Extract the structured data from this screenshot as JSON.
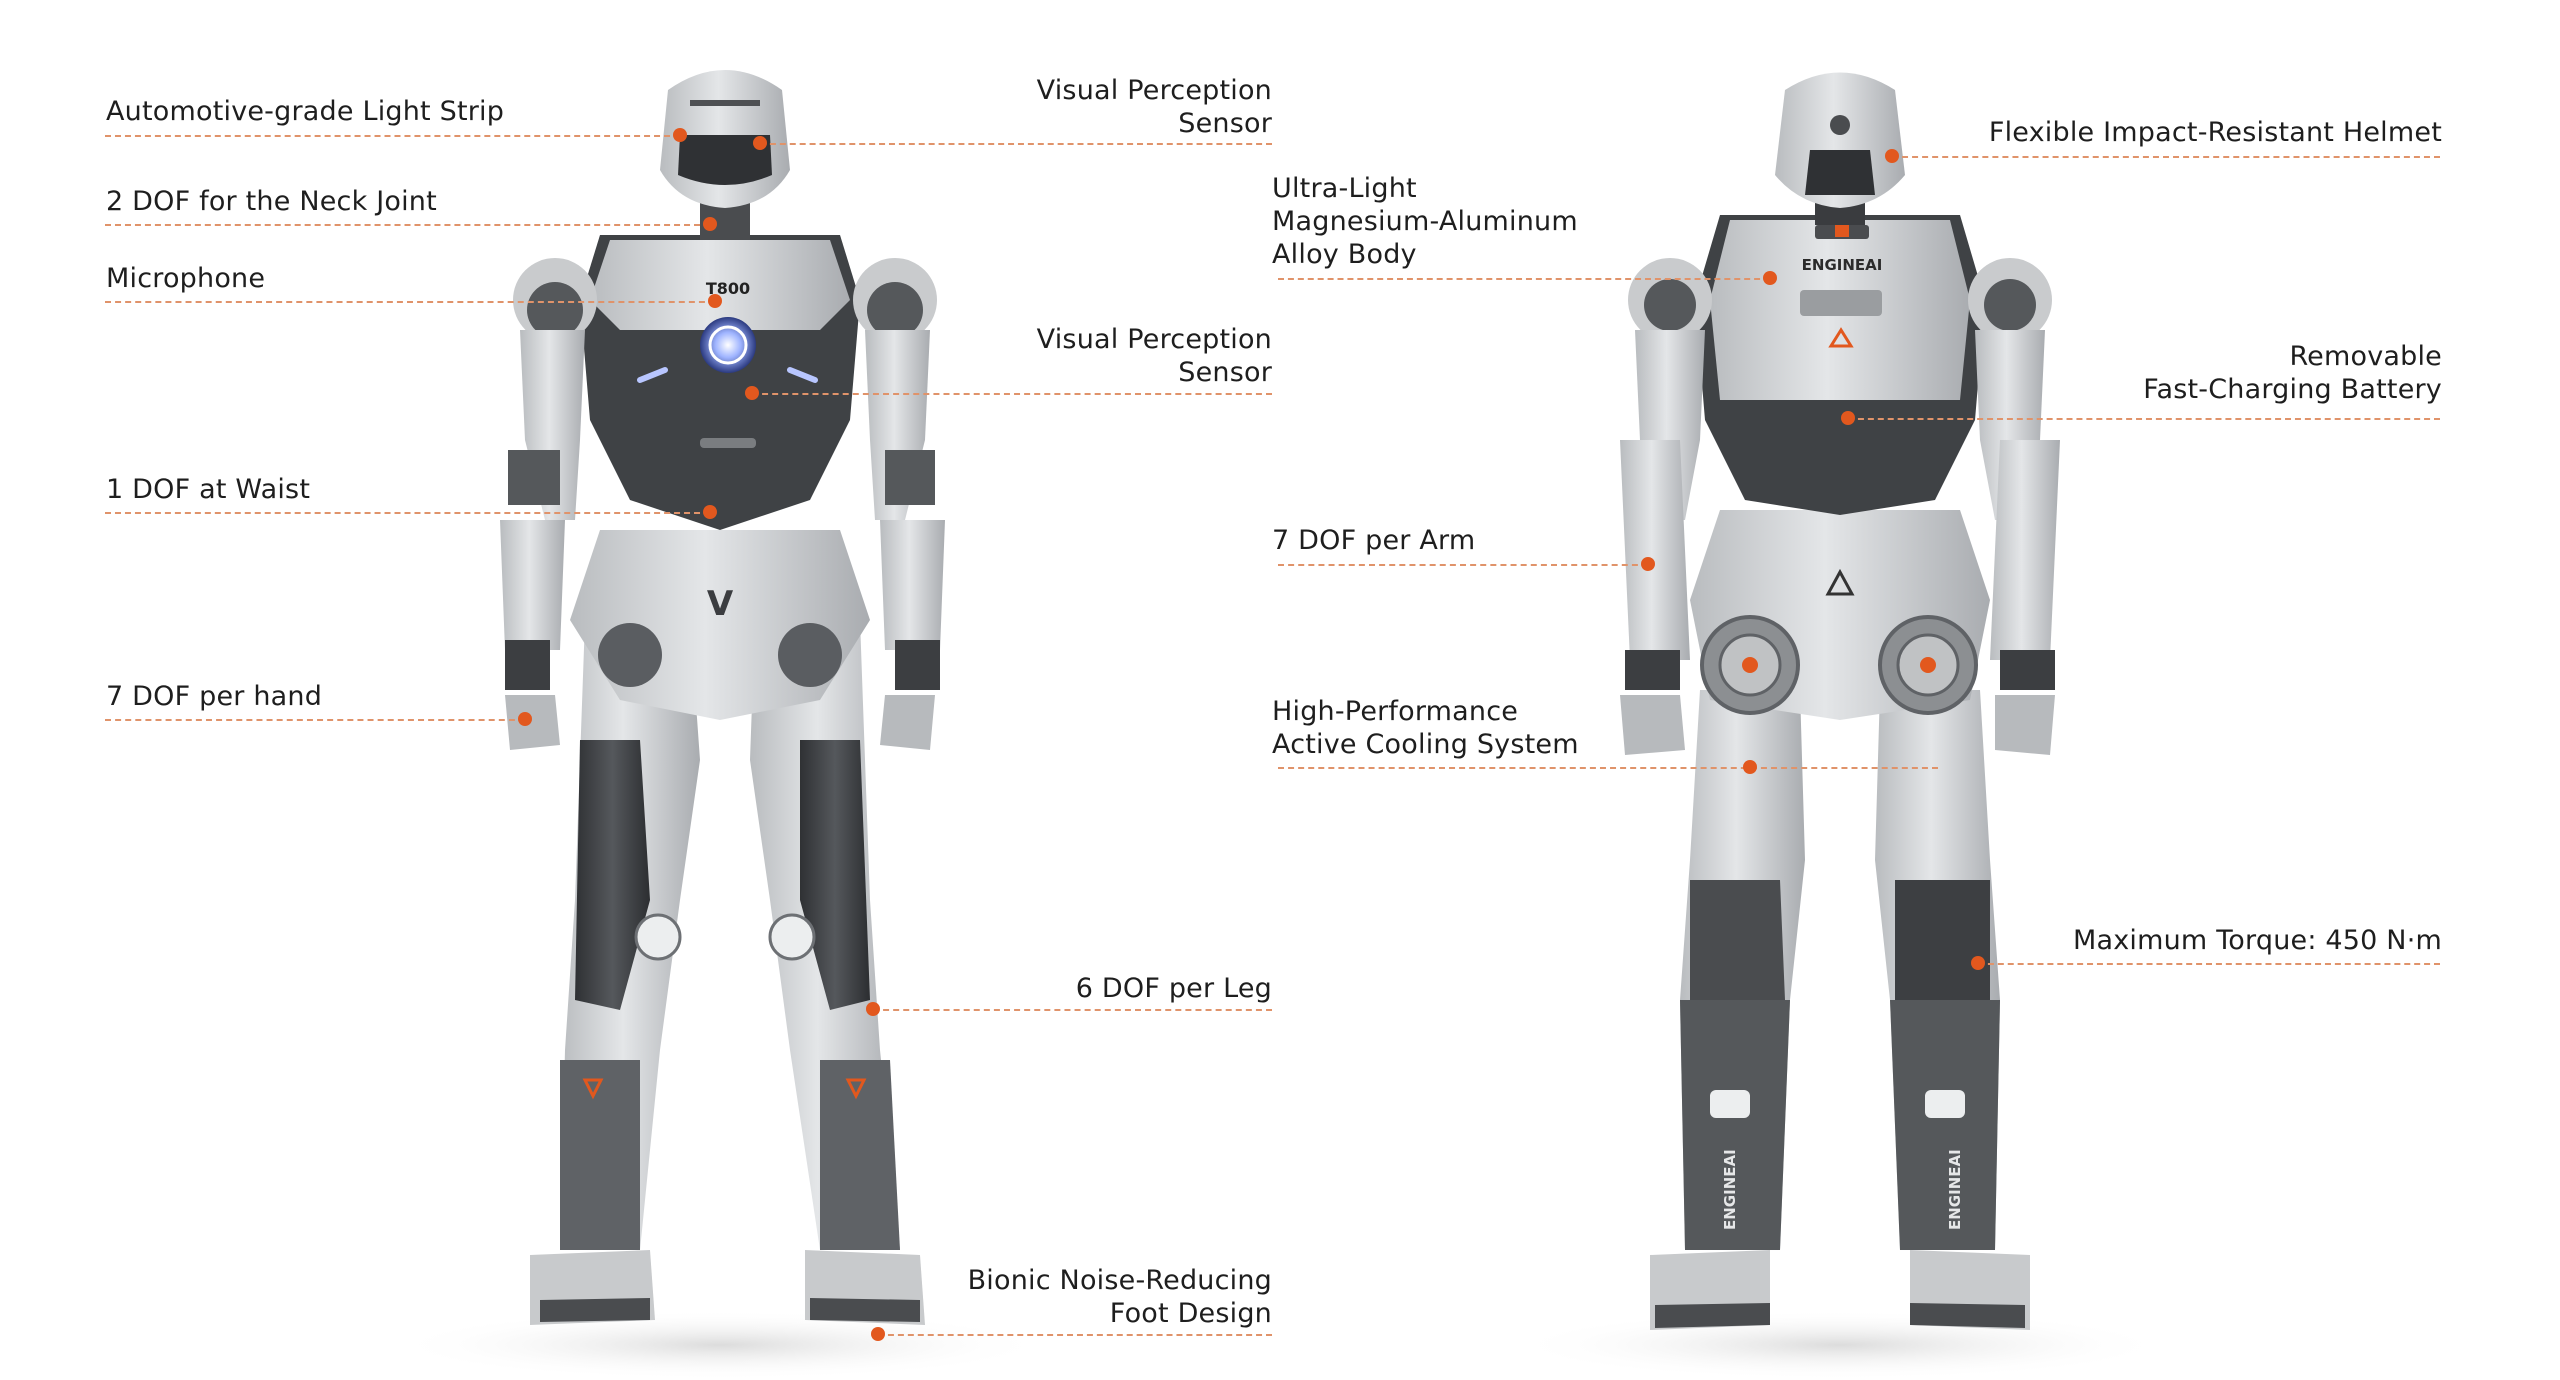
{
  "colors": {
    "accent_orange": "#e2581e",
    "leader_line": "#e0936a",
    "robot_light": "#d4d6d8",
    "robot_mid": "#8c8f92",
    "robot_dark": "#3b3d40",
    "chest_glow": "#6f8cff"
  },
  "front_view": {
    "chest_brand": "T800",
    "hip_mark": "V",
    "callouts": [
      {
        "lines": [
          "Automotive-grade Light Strip"
        ]
      },
      {
        "lines": [
          "2 DOF for the Neck Joint"
        ]
      },
      {
        "lines": [
          "Microphone"
        ]
      },
      {
        "lines": [
          "1 DOF at Waist"
        ]
      },
      {
        "lines": [
          "7 DOF per hand"
        ]
      },
      {
        "lines": [
          "Visual Perception",
          "Sensor"
        ]
      },
      {
        "lines": [
          "Visual Perception",
          "Sensor"
        ]
      },
      {
        "lines": [
          "6 DOF per Leg"
        ]
      },
      {
        "lines": [
          "Bionic Noise-Reducing",
          "Foot Design"
        ]
      }
    ]
  },
  "back_view": {
    "back_brand": "ENGINEAI",
    "leg_brand": "ENGINEAI",
    "callouts": [
      {
        "lines": [
          "Ultra-Light",
          "Magnesium-Aluminum",
          "Alloy Body"
        ]
      },
      {
        "lines": [
          "7 DOF per Arm"
        ]
      },
      {
        "lines": [
          "High-Performance",
          "Active Cooling System"
        ]
      },
      {
        "lines": [
          "Flexible Impact-Resistant Helmet"
        ]
      },
      {
        "lines": [
          "Removable",
          "Fast-Charging Battery"
        ]
      },
      {
        "lines": [
          "Maximum Torque: 450 N·m"
        ]
      }
    ]
  }
}
